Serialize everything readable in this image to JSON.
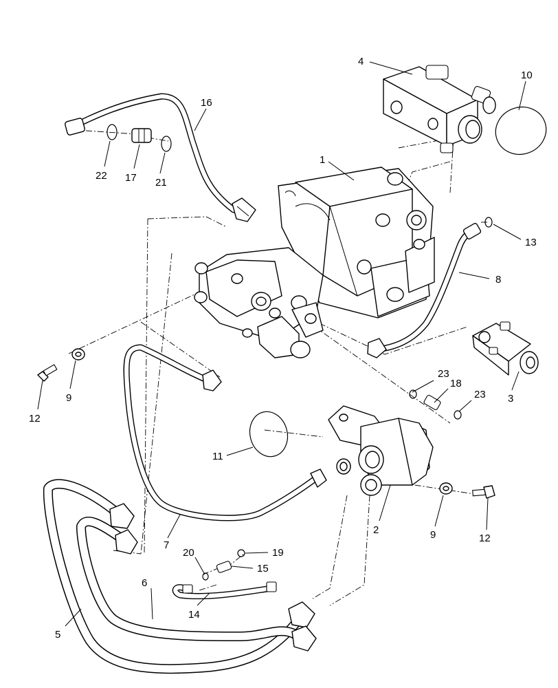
{
  "callouts": {
    "c1": "1",
    "c2": "2",
    "c3": "3",
    "c4": "4",
    "c5": "5",
    "c6": "6",
    "c7": "7",
    "c8": "8",
    "c9a": "9",
    "c9b": "9",
    "c10": "10",
    "c11": "11",
    "c12a": "12",
    "c12b": "12",
    "c13": "13",
    "c14": "14",
    "c15": "15",
    "c16": "16",
    "c17": "17",
    "c18": "18",
    "c19": "19",
    "c20": "20",
    "c21": "21",
    "c22": "22",
    "c23a": "23",
    "c23b": "23"
  }
}
